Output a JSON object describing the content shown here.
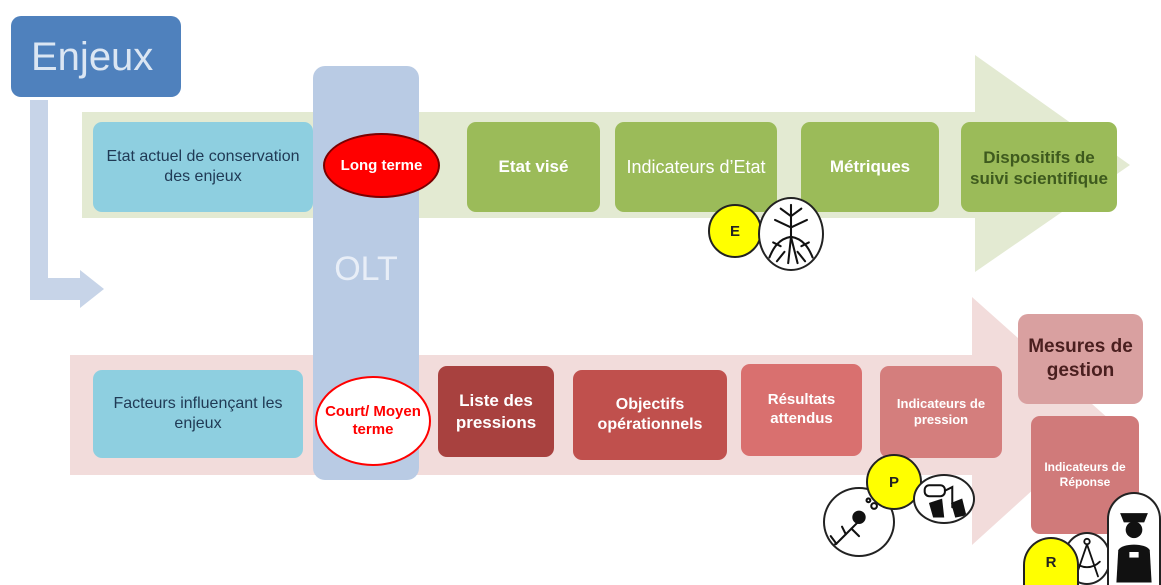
{
  "title": "Enjeux",
  "olt_label": "OLT",
  "top_row": {
    "state_box": "Etat actuel de conservation des enjeux",
    "term_oval": "Long terme",
    "steps": [
      "Etat visé",
      "Indicateurs d’Etat",
      "Métriques",
      "Dispositifs de suivi scientifique"
    ],
    "badge": "E"
  },
  "bottom_row": {
    "factor_box": "Facteurs influençant les enjeux",
    "term_oval": "Court/ Moyen terme",
    "steps": [
      "Liste des pressions",
      "Objectifs opérationnels",
      "Résultats attendus",
      "Indicateurs de pression"
    ],
    "badge_pressure": "P",
    "management": "Mesures de gestion",
    "response_indicators": "Indicateurs de Réponse",
    "badge_response": "R"
  },
  "colors": {
    "title_box": "#4f81bd",
    "olt_bar": "#b9cbe4",
    "top_arrow": "#e3ead2",
    "bottom_arrow": "#f2dcdb",
    "long_term_oval": "#ff0000",
    "short_term_text": "#ff0000",
    "badge": "#ffff00"
  },
  "icons": [
    "sea-urchin-icon",
    "diver-icon",
    "diving-mask-fins-icon",
    "compass-icon",
    "police-officer-icon"
  ]
}
